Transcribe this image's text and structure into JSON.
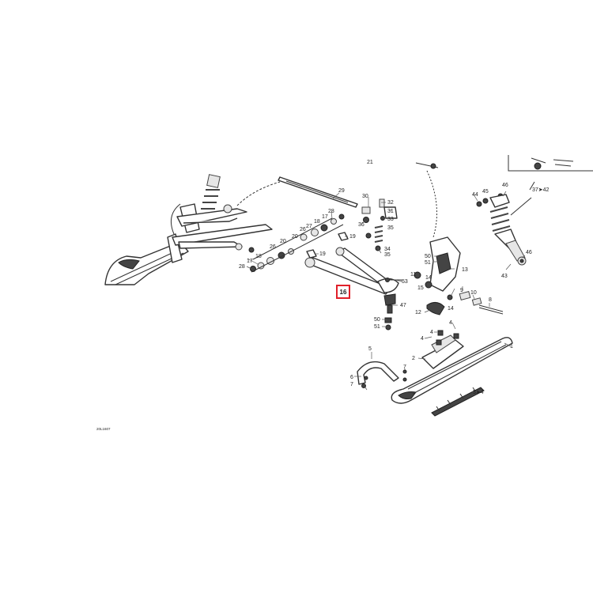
{
  "diagram": {
    "ref_code": "20L1607",
    "highlighted_callout": "16",
    "highlight_color": "#e0202a",
    "line_color": "#333333",
    "callouts": [
      {
        "id": "c21",
        "text": "21"
      },
      {
        "id": "c29",
        "text": "29"
      },
      {
        "id": "c30",
        "text": "30"
      },
      {
        "id": "c32",
        "text": "32"
      },
      {
        "id": "c31",
        "text": "31"
      },
      {
        "id": "c33",
        "text": "33"
      },
      {
        "id": "c36",
        "text": "36"
      },
      {
        "id": "c35a",
        "text": "35"
      },
      {
        "id": "c34",
        "text": "34"
      },
      {
        "id": "c35b",
        "text": "35"
      },
      {
        "id": "c19a",
        "text": "19"
      },
      {
        "id": "c28a",
        "text": "28"
      },
      {
        "id": "c17a",
        "text": "17"
      },
      {
        "id": "c18a",
        "text": "18"
      },
      {
        "id": "c26a",
        "text": "26"
      },
      {
        "id": "c27",
        "text": "27"
      },
      {
        "id": "c20a",
        "text": "20"
      },
      {
        "id": "c20b",
        "text": "20"
      },
      {
        "id": "c26b",
        "text": "26"
      },
      {
        "id": "c18b",
        "text": "18"
      },
      {
        "id": "c17b",
        "text": "17"
      },
      {
        "id": "c28b",
        "text": "28"
      },
      {
        "id": "c19b",
        "text": "19"
      },
      {
        "id": "c53",
        "text": "53"
      },
      {
        "id": "c47",
        "text": "47"
      },
      {
        "id": "c50a",
        "text": "50"
      },
      {
        "id": "c51a",
        "text": "51"
      },
      {
        "id": "c50b",
        "text": "50"
      },
      {
        "id": "c51b",
        "text": "51"
      },
      {
        "id": "c11",
        "text": "11"
      },
      {
        "id": "c14a",
        "text": "14"
      },
      {
        "id": "c15",
        "text": "15"
      },
      {
        "id": "c13",
        "text": "13"
      },
      {
        "id": "c12",
        "text": "12"
      },
      {
        "id": "c14b",
        "text": "14"
      },
      {
        "id": "c9",
        "text": "9"
      },
      {
        "id": "c10",
        "text": "10"
      },
      {
        "id": "c8",
        "text": "8"
      },
      {
        "id": "c44",
        "text": "44"
      },
      {
        "id": "c45",
        "text": "45"
      },
      {
        "id": "c46a",
        "text": "46"
      },
      {
        "id": "c37",
        "text": "37➤42"
      },
      {
        "id": "c46b",
        "text": "46"
      },
      {
        "id": "c43",
        "text": "43"
      },
      {
        "id": "c4a",
        "text": "4"
      },
      {
        "id": "c4b",
        "text": "4"
      },
      {
        "id": "c4c",
        "text": "4"
      },
      {
        "id": "c1",
        "text": "1"
      },
      {
        "id": "c2",
        "text": "2"
      },
      {
        "id": "c5",
        "text": "5"
      },
      {
        "id": "c6",
        "text": "6"
      },
      {
        "id": "c7a",
        "text": "7"
      },
      {
        "id": "c7b",
        "text": "7"
      },
      {
        "id": "c3",
        "text": "3➤4"
      }
    ]
  }
}
